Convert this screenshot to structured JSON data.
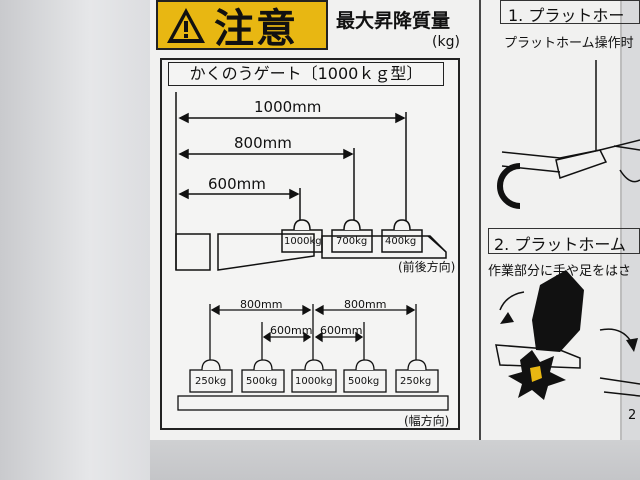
{
  "caution": {
    "label": "注意",
    "icon": "warning-triangle-icon",
    "color": "#e8b712"
  },
  "heading": {
    "title": "最大昇降質量",
    "unit": "(kg)"
  },
  "panel": {
    "title": "かくのうゲート〔1000ｋｇ型〕",
    "front_back": {
      "dimensions": [
        "1000mm",
        "800mm",
        "600mm"
      ],
      "weights": [
        "1000kg",
        "700kg",
        "400kg"
      ],
      "direction": "(前後方向)"
    },
    "width": {
      "outer_dims": [
        "800mm",
        "800mm"
      ],
      "inner_dims": [
        "600mm",
        "600mm"
      ],
      "weights": [
        "250kg",
        "500kg",
        "1000kg",
        "500kg",
        "250kg"
      ],
      "direction": "(幅方向)"
    }
  },
  "right": {
    "step1": {
      "title": "1. プラットホー",
      "subtitle": "プラットホーム操作时"
    },
    "step2": {
      "title": "2. プラットホーム",
      "subtitle": "作業部分に手や足をはさ"
    },
    "fragment": "2"
  }
}
